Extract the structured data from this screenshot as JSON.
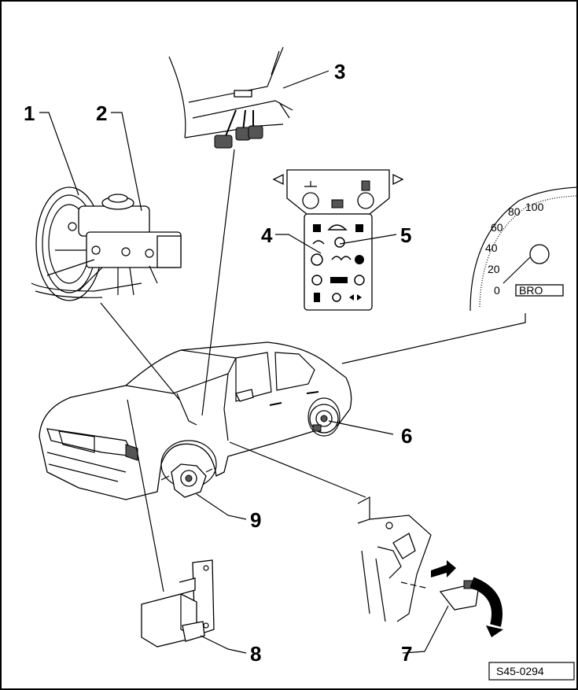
{
  "callouts": [
    {
      "id": "1",
      "label": "1"
    },
    {
      "id": "2",
      "label": "2"
    },
    {
      "id": "3",
      "label": "3"
    },
    {
      "id": "4",
      "label": "4"
    },
    {
      "id": "5",
      "label": "5"
    },
    {
      "id": "6",
      "label": "6"
    },
    {
      "id": "7",
      "label": "7"
    },
    {
      "id": "8",
      "label": "8"
    },
    {
      "id": "9",
      "label": "9"
    }
  ],
  "speedometer": {
    "ticks": [
      "0",
      "20",
      "40",
      "60",
      "80",
      "100"
    ],
    "partial_label": "BRO"
  },
  "reference_code": "S45-0294"
}
